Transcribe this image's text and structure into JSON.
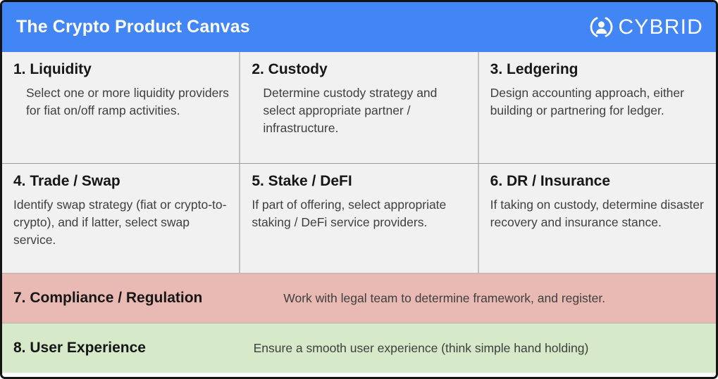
{
  "header": {
    "title": "The Crypto Product Canvas",
    "brand": "CYBRID",
    "logo_icon": "cybrid-avatar-ring-icon",
    "background_color": "#4285f4",
    "text_color": "#ffffff"
  },
  "colors": {
    "cell_background": "#f1f1f1",
    "compliance_band": "#e9bab3",
    "user_experience_band": "#d6e9c9",
    "border": "#141414",
    "title_text": "#161616",
    "body_text": "#3f3f3f"
  },
  "cells": [
    {
      "number": "1.",
      "title": "1. Liquidity",
      "body": "Select one or more liquidity providers for fiat on/off ramp activities."
    },
    {
      "number": "2.",
      "title": "2. Custody",
      "body": "Determine custody strategy and select appropriate partner / infrastructure."
    },
    {
      "number": "3.",
      "title": "3. Ledgering",
      "body": "Design accounting approach, either building or partnering for ledger."
    },
    {
      "number": "4.",
      "title": "4. Trade / Swap",
      "body": "Identify swap strategy (fiat or crypto-to-crypto), and if latter, select swap service."
    },
    {
      "number": "5.",
      "title": "5. Stake / DeFI",
      "body": "If part of offering, select appropriate staking / DeFi service providers."
    },
    {
      "number": "6.",
      "title": "6. DR / Insurance",
      "body": "If taking on custody, determine disaster recovery and insurance stance."
    }
  ],
  "bands": [
    {
      "number": "7.",
      "title": "7. Compliance / Regulation",
      "body": "Work with legal team to determine framework, and register."
    },
    {
      "number": "8.",
      "title": "8. User Experience",
      "body": "Ensure a smooth user experience (think simple hand holding)"
    }
  ]
}
